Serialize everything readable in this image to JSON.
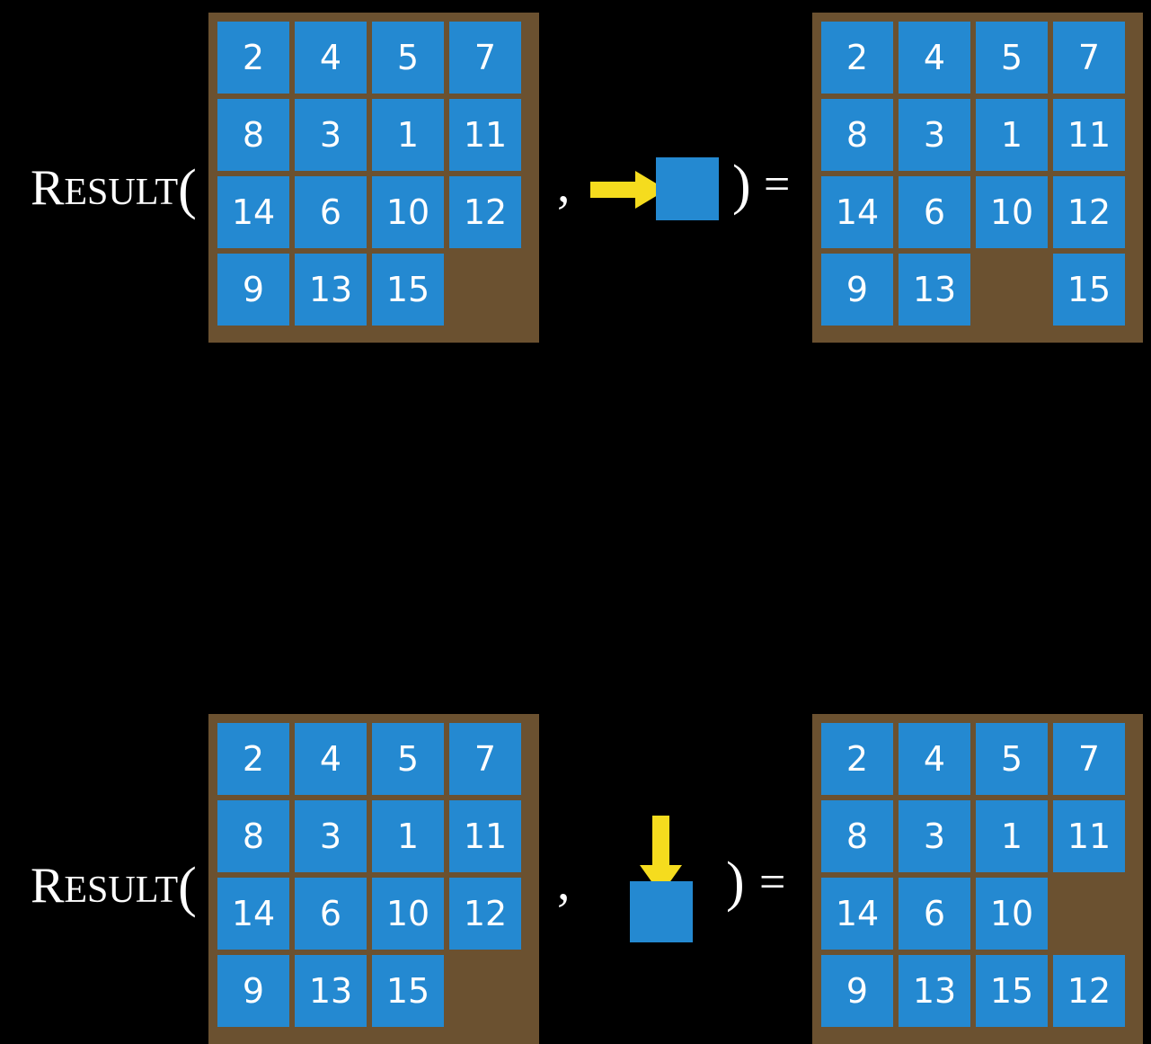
{
  "meta": {
    "title": "RESULT function applied to a sliding 15-puzzle",
    "background_color": "#000000"
  },
  "palette": {
    "tile_blue": "#2489D1",
    "frame_brown": "#6B5130",
    "arrow_yellow": "#F5DC1E",
    "text_white": "#FFFFFF",
    "background": "#000000"
  },
  "labels": {
    "result_cap": "R",
    "result_rest": "ESULT",
    "open_paren": "(",
    "comma": ",",
    "close_paren": ")",
    "equals": "="
  },
  "rows": [
    {
      "id": "row-1",
      "label": "RESULT(",
      "action": {
        "name": "move-right",
        "arrow_direction": "right",
        "arrow_color": "#F5DC1E",
        "tile_color": "#2489D1"
      },
      "input_grid": {
        "name": "input-grid-row-1",
        "cells": [
          [
            "2",
            "4",
            "5",
            "7"
          ],
          [
            "8",
            "3",
            "1",
            "11"
          ],
          [
            "14",
            "6",
            "10",
            "12"
          ],
          [
            "9",
            "13",
            "15",
            ""
          ]
        ],
        "blank_position": [
          3,
          3
        ]
      },
      "output_grid": {
        "name": "output-grid-row-1",
        "cells": [
          [
            "2",
            "4",
            "5",
            "7"
          ],
          [
            "8",
            "3",
            "1",
            "11"
          ],
          [
            "14",
            "6",
            "10",
            "12"
          ],
          [
            "9",
            "13",
            "",
            "15"
          ]
        ],
        "blank_position": [
          3,
          2
        ]
      }
    },
    {
      "id": "row-2",
      "label": "RESULT(",
      "action": {
        "name": "move-down",
        "arrow_direction": "down",
        "arrow_color": "#F5DC1E",
        "tile_color": "#2489D1"
      },
      "input_grid": {
        "name": "input-grid-row-2",
        "cells": [
          [
            "2",
            "4",
            "5",
            "7"
          ],
          [
            "8",
            "3",
            "1",
            "11"
          ],
          [
            "14",
            "6",
            "10",
            "12"
          ],
          [
            "9",
            "13",
            "15",
            ""
          ]
        ],
        "blank_position": [
          3,
          3
        ]
      },
      "output_grid": {
        "name": "output-grid-row-2",
        "cells": [
          [
            "2",
            "4",
            "5",
            "7"
          ],
          [
            "8",
            "3",
            "1",
            "11"
          ],
          [
            "14",
            "6",
            "10",
            ""
          ],
          [
            "9",
            "13",
            "15",
            "12"
          ]
        ],
        "blank_position": [
          2,
          3
        ]
      }
    }
  ]
}
